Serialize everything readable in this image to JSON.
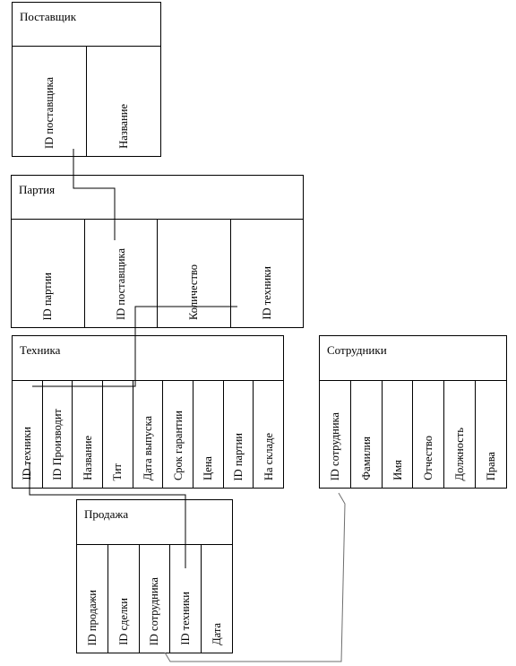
{
  "tables": {
    "supplier": {
      "title": "Поставщик",
      "columns": [
        "ID поставщика",
        "Название"
      ]
    },
    "batch": {
      "title": "Партия",
      "columns": [
        "ID партии",
        "ID поставщика",
        "Количество",
        "ID техники"
      ]
    },
    "equipment": {
      "title": "Техника",
      "columns": [
        "ID техники",
        "ID Производит",
        "Название",
        "Тит",
        "Дата выпуска",
        "Срок гарантии",
        "Цена",
        "ID партии",
        "На складе"
      ]
    },
    "employees": {
      "title": "Сотрудники",
      "columns": [
        "ID сотрудника",
        "Фамилия",
        "Имя",
        "Отчество",
        "Должность",
        "Права"
      ]
    },
    "sales": {
      "title": "Продажа",
      "columns": [
        "ID продажи",
        "ID сделки",
        "ID сотрудника",
        "ID техники",
        "Дата"
      ]
    }
  }
}
